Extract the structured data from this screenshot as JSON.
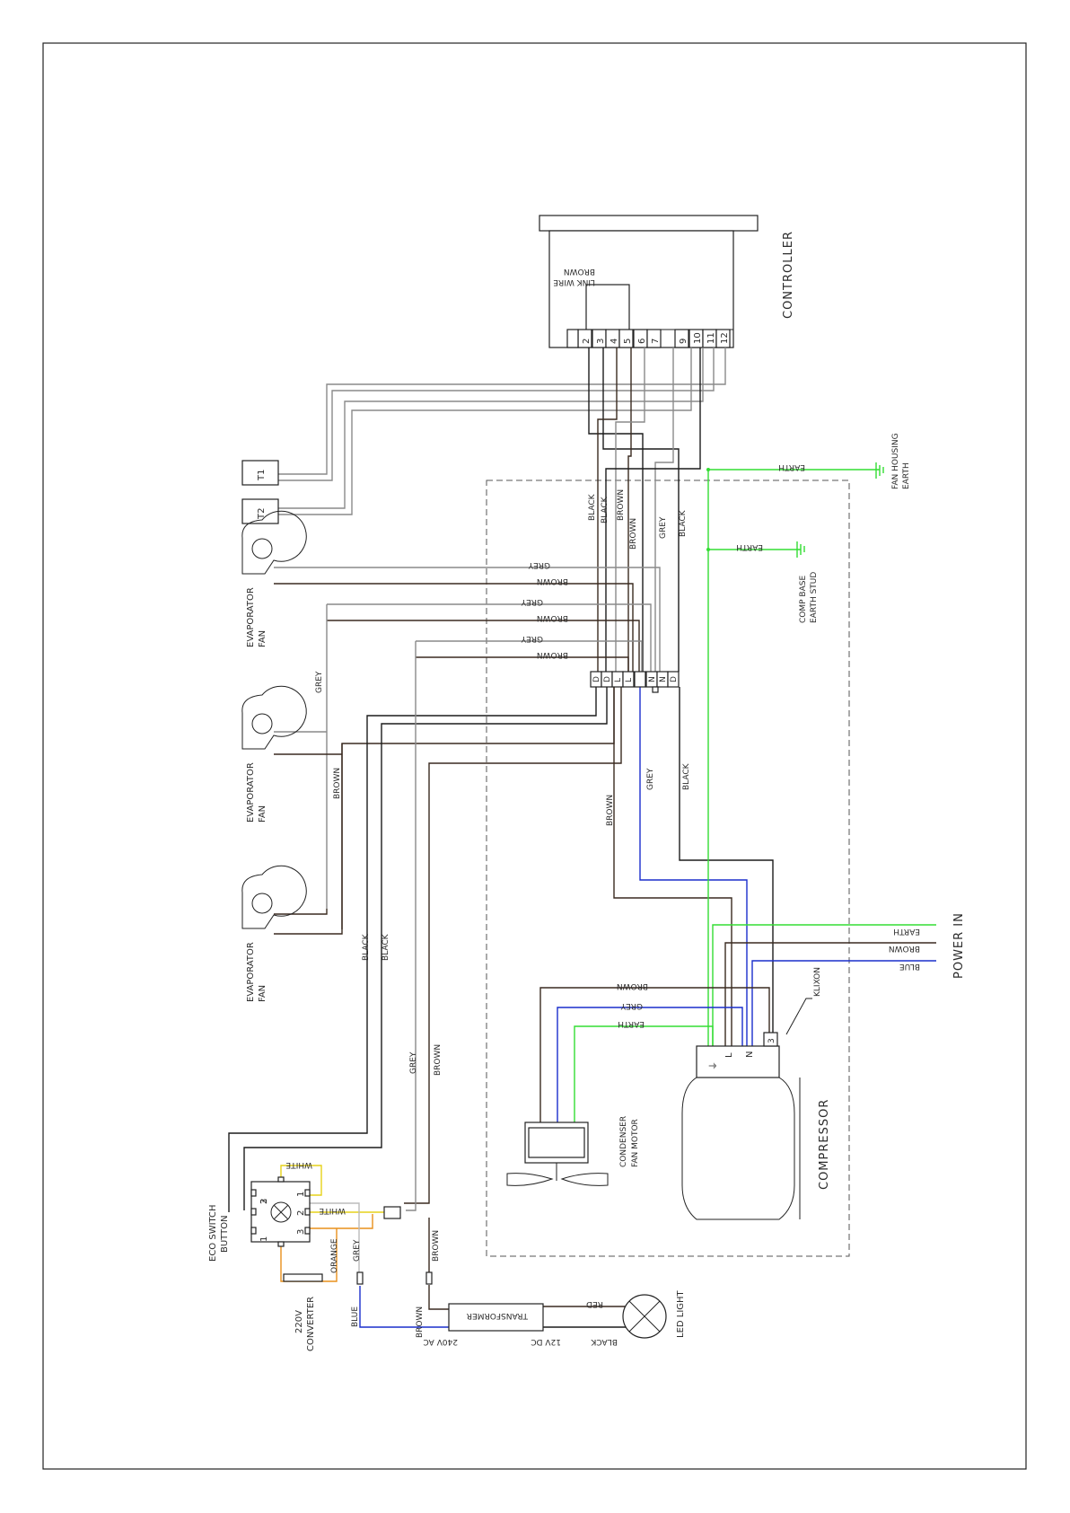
{
  "components": {
    "controller": "CONTROLLER",
    "link_wire_1": "LINK WIRE",
    "link_wire_2": "BROWN",
    "t1": "T1",
    "t2": "T2",
    "evap_fan_title": "EVAPORATOR",
    "evap_fan_sub": "FAN",
    "fan_housing_earth_1": "FAN HOUSING",
    "fan_housing_earth_2": "EARTH",
    "comp_base_1": "COMP BASE",
    "comp_base_2": "EARTH STUD",
    "compressor": "COMPRESSOR",
    "condenser_1": "CONDENSER",
    "condenser_2": "FAN MOTOR",
    "power_in": "POWER IN",
    "klixon": "KLIXON",
    "eco_1": "ECO SWITCH",
    "eco_2": "BUTTON",
    "converter_1": "220V",
    "converter_2": "CONVERTER",
    "transformer": "TRANSFORMER",
    "led_light": "LED LIGHT",
    "v240": "240V AC",
    "v12": "12V DC"
  },
  "controller_pins": [
    "2",
    "3",
    "4",
    "5",
    "6",
    "7",
    "9",
    "10",
    "11",
    "12"
  ],
  "terminal_block": [
    "D",
    "D",
    "L",
    "L",
    "N",
    "N",
    "D"
  ],
  "eco_pins": {
    "left": [
      "1",
      "2",
      "3"
    ],
    "right": [
      "1",
      "2",
      "3"
    ]
  },
  "compressor_terminals": {
    "earth": "⏚",
    "l": "L",
    "n": "N",
    "k": "3"
  },
  "wire_labels": {
    "black": "BLACK",
    "brown": "BROWN",
    "grey": "GREY",
    "blue": "BLUE",
    "earth": "EARTH",
    "white": "WHITE",
    "orange": "ORANGE",
    "red": "RED"
  },
  "colors": {
    "black": "#1c1c1c",
    "brown": "#3a2a20",
    "grey": "#8a8a8a",
    "blue": "#1a2ecc",
    "earth": "#33dd33",
    "white": "#bbbbbb",
    "orange": "#e8901c",
    "yellow": "#e6d21a"
  }
}
